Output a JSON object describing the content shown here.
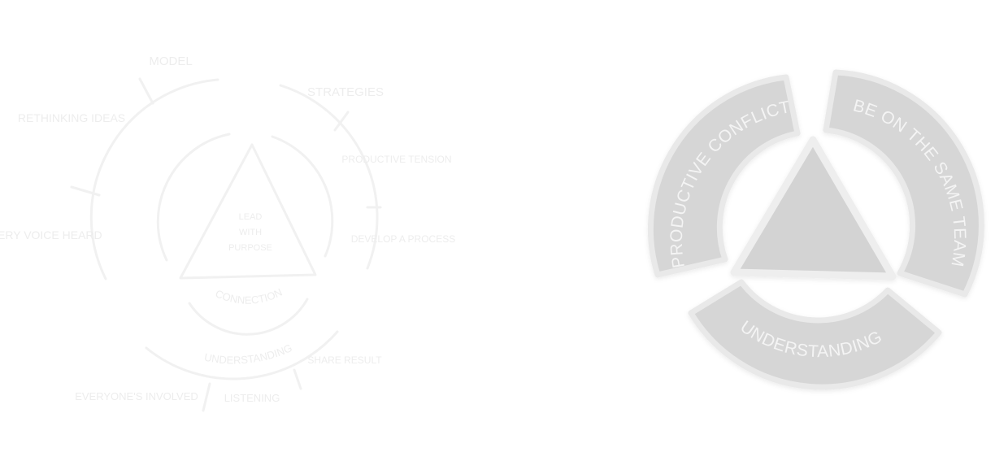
{
  "left_diagram": {
    "outer_labels": [
      "MODEL",
      "STRATEGIES",
      "PRODUCTIVE TENSION",
      "DEVELOP A PROCESS",
      "SHARE RESULT",
      "LISTENING",
      "EVERYONE'S INVOLVED",
      "EVERY VOICE HEARD",
      "RETHINKING IDEAS"
    ],
    "inner_arc_labels": [
      "UNDERSTANDING",
      "CONNECTION"
    ],
    "triangle_lines": [
      "LEAD",
      "WITH",
      "PURPOSE"
    ]
  },
  "right_diagram": {
    "segments": [
      "PRODUCTIVE CONFLICT",
      "BE ON THE SAME TEAM",
      "UNDERSTANDING"
    ],
    "colors": {
      "segment_fill": "#d6d6d6",
      "segment_rim": "#e9e9e9",
      "segment_text": "#f4f4f4",
      "triangle_fill": "#d3d3d3",
      "triangle_rim": "#eeeeee",
      "faint_line": "#f1f1f1",
      "faint_text": "#ececec"
    }
  }
}
